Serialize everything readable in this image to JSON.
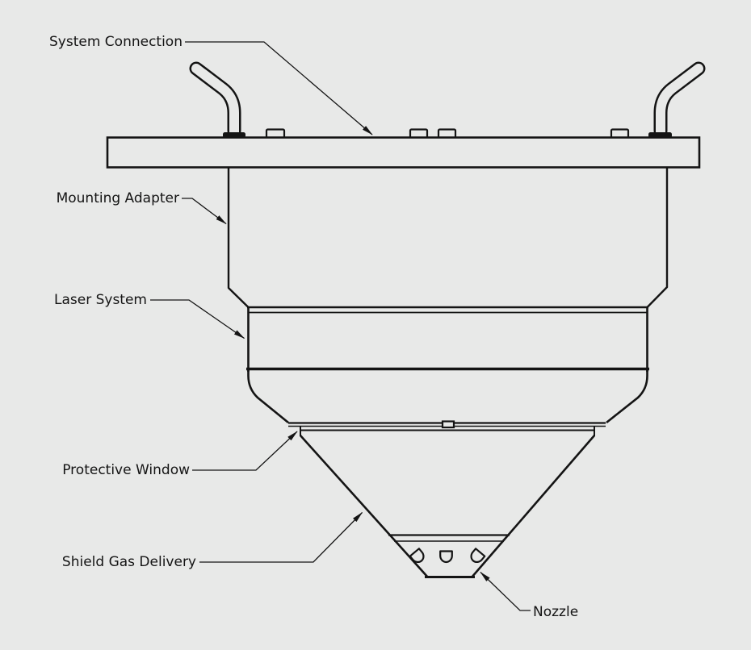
{
  "canvas": {
    "background": "#e8e9e8",
    "line_color": "#141414"
  },
  "labels": {
    "system_connection": "System Connection",
    "mounting_adapter": "Mounting Adapter",
    "laser_system": "Laser System",
    "protective_window": "Protective Window",
    "shield_gas_delivery": "Shield Gas Delivery",
    "nozzle": "Nozzle"
  }
}
